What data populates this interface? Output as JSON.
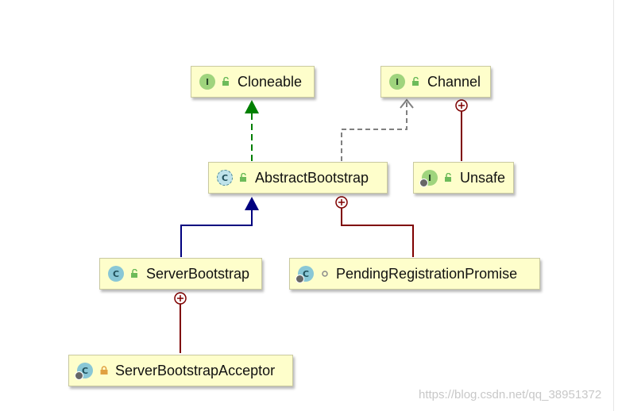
{
  "diagram": {
    "nodes": {
      "cloneable": {
        "label": "Cloneable",
        "kind": "I",
        "visibility": "public"
      },
      "channel": {
        "label": "Channel",
        "kind": "I",
        "visibility": "public"
      },
      "abstract_bootstrap": {
        "label": "AbstractBootstrap",
        "kind": "C",
        "visibility": "public"
      },
      "unsafe": {
        "label": "Unsafe",
        "kind": "I",
        "visibility": "public"
      },
      "server_bootstrap": {
        "label": "ServerBootstrap",
        "kind": "C",
        "visibility": "public"
      },
      "pending_registration_promise": {
        "label": "PendingRegistrationPromise",
        "kind": "C",
        "visibility": "package"
      },
      "server_bootstrap_acceptor": {
        "label": "ServerBootstrapAcceptor",
        "kind": "C",
        "visibility": "private"
      }
    },
    "edges": [
      {
        "from": "abstract_bootstrap",
        "to": "cloneable",
        "type": "implements"
      },
      {
        "from": "abstract_bootstrap",
        "to": "channel",
        "type": "uses"
      },
      {
        "from": "server_bootstrap",
        "to": "abstract_bootstrap",
        "type": "extends"
      },
      {
        "from": "unsafe",
        "to": "channel",
        "type": "inner"
      },
      {
        "from": "pending_registration_promise",
        "to": "abstract_bootstrap",
        "type": "inner"
      },
      {
        "from": "server_bootstrap_acceptor",
        "to": "server_bootstrap",
        "type": "inner"
      }
    ],
    "colors": {
      "node_fill": "#fefecb",
      "implements": "#007f00",
      "extends": "#00007f",
      "inner": "#7f0000",
      "uses": "#808080"
    }
  },
  "watermark": "https://blog.csdn.net/qq_38951372"
}
